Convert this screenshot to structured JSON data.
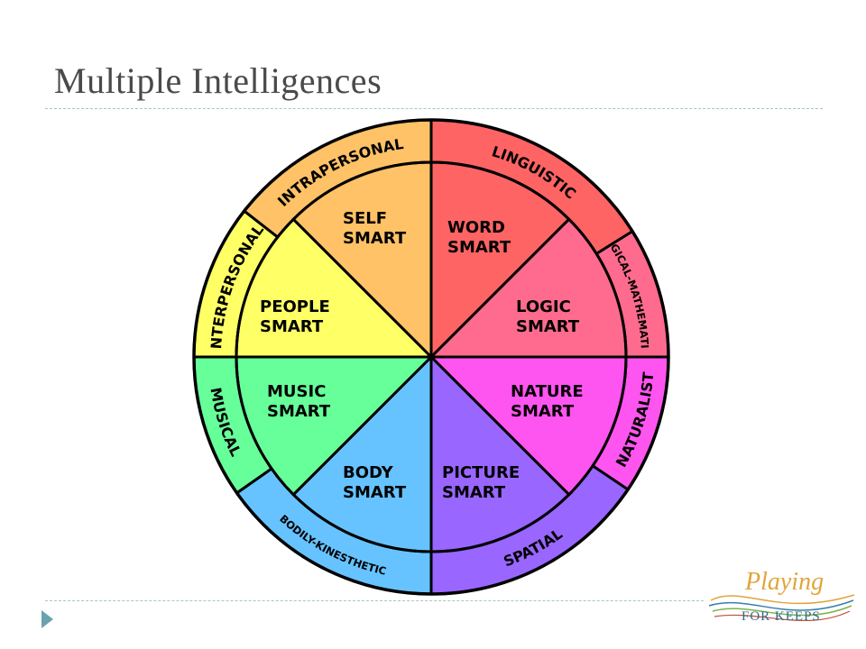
{
  "title": "Multiple Intelligences",
  "wheel": {
    "segments": [
      {
        "outer": "LINGUISTIC",
        "inner": [
          "WORD",
          "SMART"
        ],
        "color": "#ff6464"
      },
      {
        "outer": "LOGICAL-MATHEMATICAL",
        "inner": [
          "LOGIC",
          "SMART"
        ],
        "color": "#ff6b8e"
      },
      {
        "outer": "NATURALIST",
        "inner": [
          "NATURE",
          "SMART"
        ],
        "color": "#ff55f0"
      },
      {
        "outer": "SPATIAL",
        "inner": [
          "PICTURE",
          "SMART"
        ],
        "color": "#9966ff"
      },
      {
        "outer": "BODILY-KINESTHETIC",
        "inner": [
          "BODY",
          "SMART"
        ],
        "color": "#66c3ff"
      },
      {
        "outer": "MUSICAL",
        "inner": [
          "MUSIC",
          "SMART"
        ],
        "color": "#66ff99"
      },
      {
        "outer": "INTERPERSONAL",
        "inner": [
          "PEOPLE",
          "SMART"
        ],
        "color": "#ffff66"
      },
      {
        "outer": "INTRAPERSONAL",
        "inner": [
          "SELF",
          "SMART"
        ],
        "color": "#ffc266"
      }
    ]
  },
  "logo": {
    "line1": "Playing",
    "line2": "FOR KEEPS"
  },
  "colors": {
    "accent": "#6aa2b0",
    "title": "#4a4a4a",
    "stroke": "#000000"
  }
}
